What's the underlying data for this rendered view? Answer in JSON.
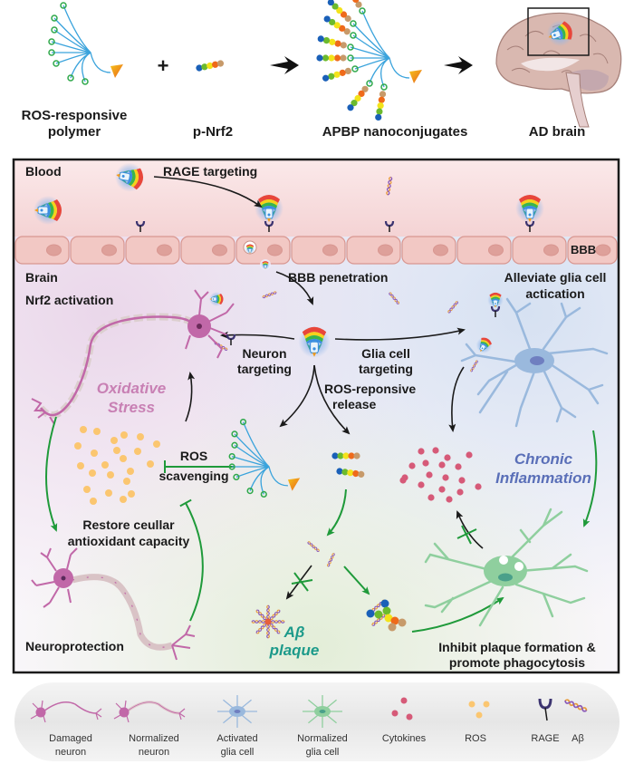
{
  "colors": {
    "blood_bg": "#f6d9da",
    "brain_left_bg": "#efe3ef",
    "brain_right_bg": "#e2e9f5",
    "brain_bottom_bg": "#eef3e6",
    "cell_fill": "#f2c8c4",
    "cell_stroke": "#d89690",
    "nucleus": "#dea09a",
    "polymer_line": "#3aa3dc",
    "polymer_end": "#2ea84a",
    "rage": "#3c3470",
    "arrow_black": "#1a1a1a",
    "arrow_green": "#1f9a3a",
    "oxidative_text": "#c880b4",
    "chronic_text": "#5a6fb8",
    "plaque_text": "#1c9a8a",
    "neuron_pink": "#c168a8",
    "glia_blue": "#9ab9dd",
    "glia_green": "#8fcf9e",
    "ros_dot": "#fbc670",
    "cytokine_dot": "#d65a78",
    "bead_colors": [
      "#1a60b8",
      "#6cba2e",
      "#f3e31a",
      "#ef6a1a",
      "#c79a6a"
    ]
  },
  "synthesis": {
    "items": [
      {
        "label_line1": "ROS-responsive",
        "label_line2": "polymer"
      },
      {
        "label_line1": "p-Nrf2",
        "label_line2": ""
      },
      {
        "label_line1": "APBP nanoconjugates",
        "label_line2": ""
      },
      {
        "label_line1": "AD brain",
        "label_line2": ""
      }
    ],
    "plus": "+"
  },
  "mechanism": {
    "blood_label": "Blood",
    "brain_label": "Brain",
    "bbb_label": "BBB",
    "rage_targeting": "RAGE targeting",
    "bbb_penetration": "BBB penetration",
    "alleviate_line1": "Alleviate glia cell",
    "alleviate_line2": "actication",
    "nrf2_activation": "Nrf2 activation",
    "neuron_targeting_line1": "Neuron",
    "neuron_targeting_line2": "targeting",
    "glia_targeting_line1": "Glia cell",
    "glia_targeting_line2": "targeting",
    "ros_release_line1": "ROS-reponsive",
    "ros_release_line2": "release",
    "oxidative_line1": "Oxidative",
    "oxidative_line2": "Stress",
    "ros_scav_line1": "ROS",
    "ros_scav_line2": "scavenging",
    "chronic_line1": "Chronic",
    "chronic_line2": "Inflammation",
    "restore_line1": "Restore ceullar",
    "restore_line2": "antioxidant capacity",
    "neuroprotection": "Neuroprotection",
    "plaque_line1": "Aβ",
    "plaque_line2": "plaque",
    "inhibit_line1": "Inhibit plaque formation &",
    "inhibit_line2": "promote phagocytosis"
  },
  "legend": {
    "items": [
      {
        "icon": "damaged-neuron-icon",
        "line1": "Damaged",
        "line2": "neuron"
      },
      {
        "icon": "normalized-neuron-icon",
        "line1": "Normalized",
        "line2": "neuron"
      },
      {
        "icon": "activated-glia-icon",
        "line1": "Activated",
        "line2": "glia cell"
      },
      {
        "icon": "normalized-glia-icon",
        "line1": "Normalized",
        "line2": "glia cell"
      },
      {
        "icon": "cytokines-icon",
        "line1": "Cytokines",
        "line2": ""
      },
      {
        "icon": "ros-icon",
        "line1": "ROS",
        "line2": ""
      },
      {
        "icon": "rage-icon",
        "line1": "RAGE",
        "line2": ""
      },
      {
        "icon": "abeta-icon",
        "line1": "Aβ",
        "line2": ""
      }
    ]
  }
}
